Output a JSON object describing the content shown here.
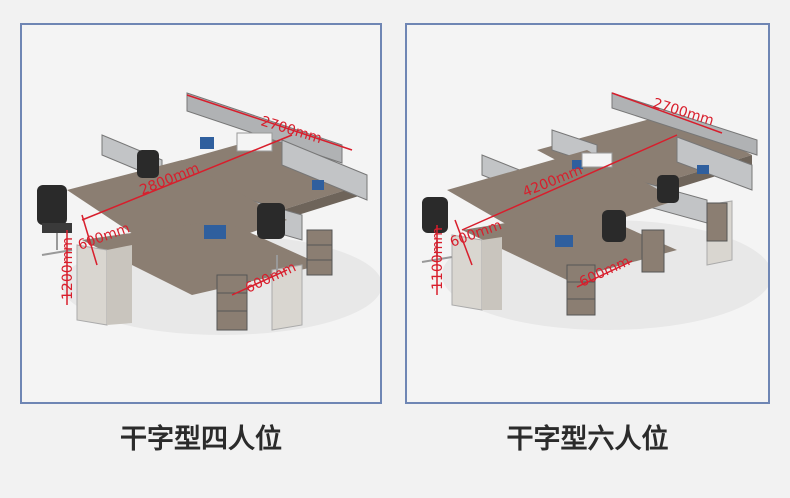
{
  "left": {
    "caption": "干字型四人位",
    "dims": {
      "width": "2700mm",
      "length": "2800mm",
      "depth": "600mm",
      "return": "600mm",
      "height": "1200mm"
    }
  },
  "right": {
    "caption": "干字型六人位",
    "dims": {
      "width": "2700mm",
      "length": "4200mm",
      "depth": "600mm",
      "return": "600mm",
      "height": "1100mm"
    }
  },
  "colors": {
    "frame": "#6f86b4",
    "dimension": "#d81e2c",
    "wood": "#8b7e72",
    "panel": "#d9d6d0"
  }
}
